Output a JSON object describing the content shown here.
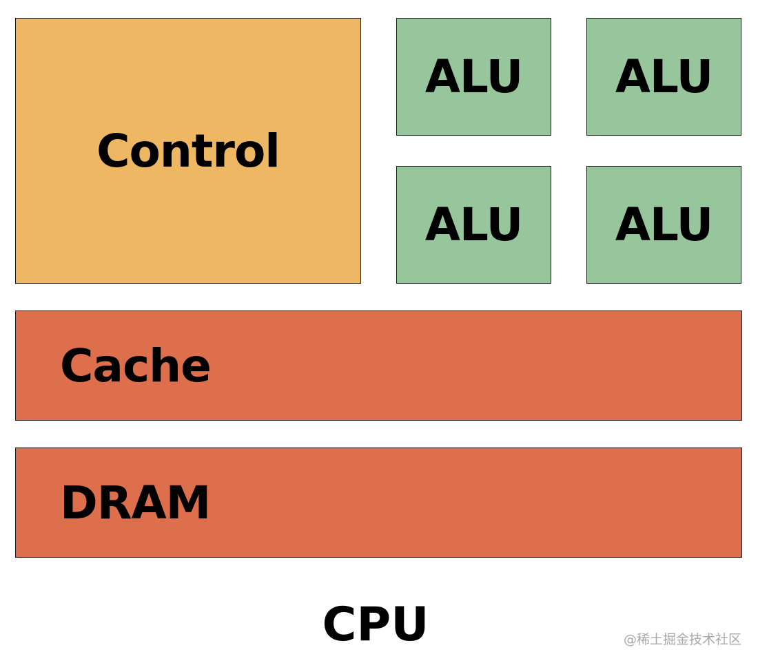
{
  "colors": {
    "control": "#EDB764",
    "alu": "#98C69C",
    "memory": "#DD6F4D",
    "border": "#1a1a1a",
    "watermark": "#a8a8a8"
  },
  "blocks": {
    "control": "Control",
    "alus": [
      "ALU",
      "ALU",
      "ALU",
      "ALU"
    ],
    "cache": "Cache",
    "dram": "DRAM"
  },
  "caption": "CPU",
  "watermark": "@稀土掘金技术社区"
}
